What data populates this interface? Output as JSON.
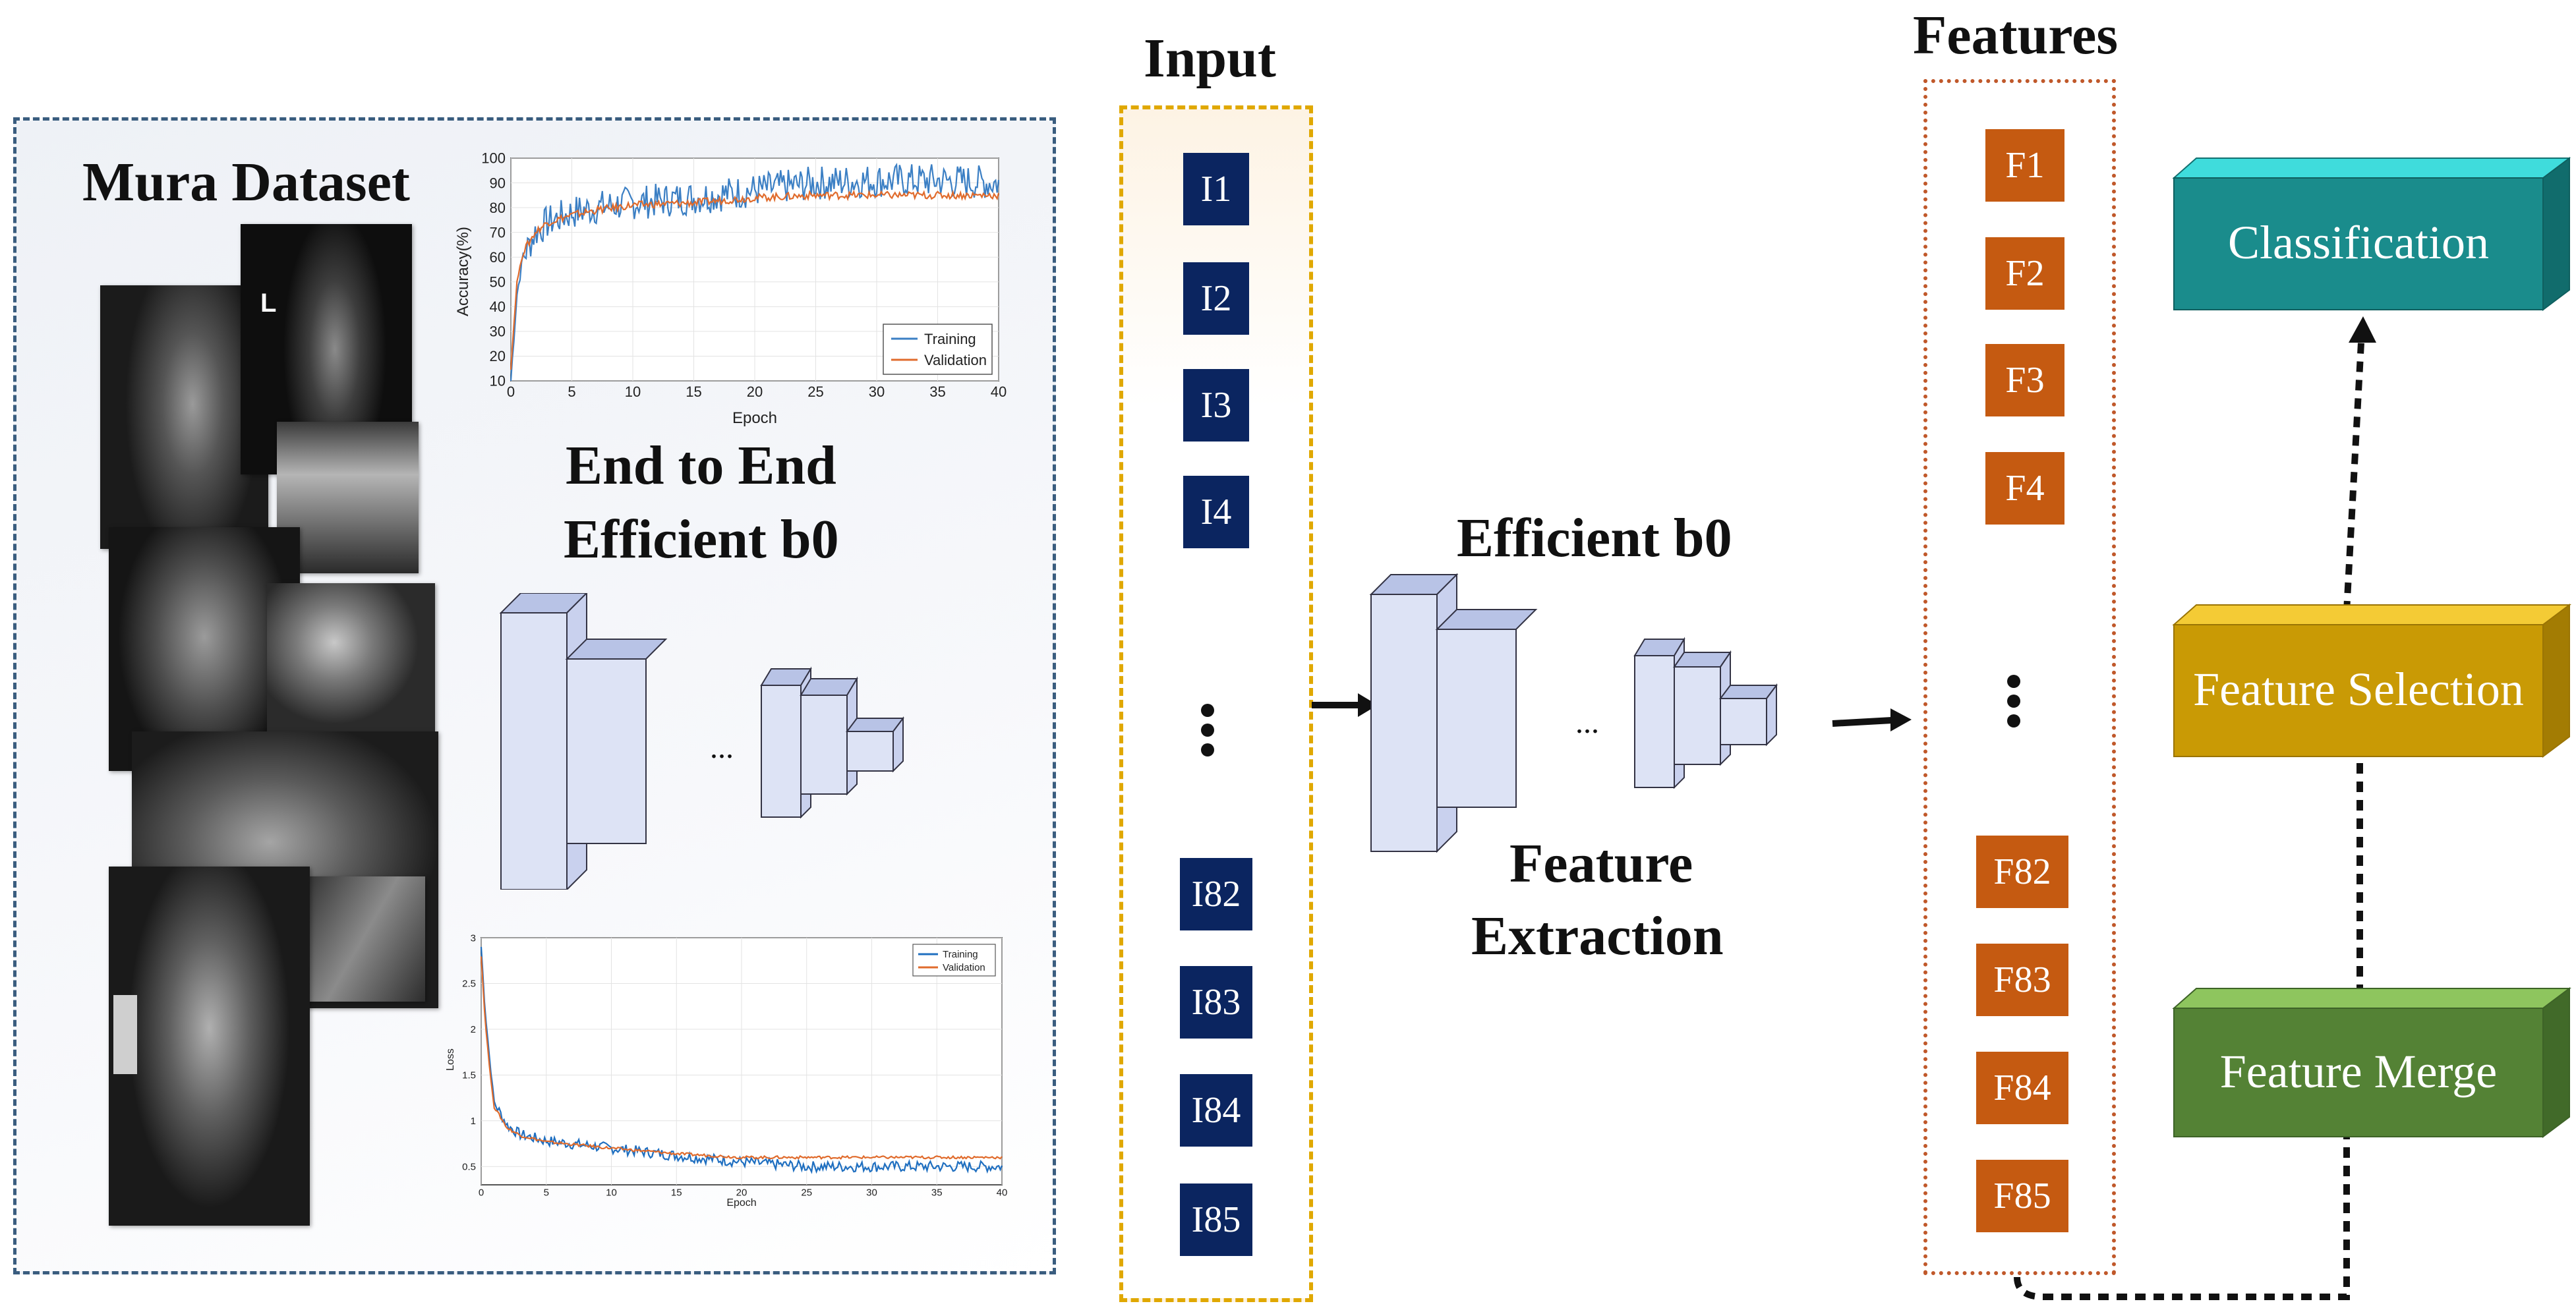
{
  "left_panel": {
    "dataset_title": "Mura Dataset",
    "model_title_line1": "End to End",
    "model_title_line2": "Efficient b0",
    "dots": "..."
  },
  "accuracy_chart": {
    "ylabel": "Accuracy(%)",
    "xlabel": "Epoch",
    "yticks": [
      "100",
      "90",
      "80",
      "70",
      "60",
      "50",
      "40",
      "30",
      "20",
      "10"
    ],
    "xticks": [
      "0",
      "5",
      "10",
      "15",
      "20",
      "25",
      "30",
      "35",
      "40"
    ],
    "legend": [
      "Training",
      "Validation"
    ]
  },
  "loss_chart": {
    "ylabel": "Loss",
    "xlabel": "Epoch",
    "yticks": [
      "3",
      "2.5",
      "2",
      "1.5",
      "1",
      "0.5"
    ],
    "xticks": [
      "0",
      "5",
      "10",
      "15",
      "20",
      "25",
      "30",
      "35",
      "40"
    ],
    "legend": [
      "Training",
      "Validation"
    ]
  },
  "chart_data": [
    {
      "type": "line",
      "ylabel": "Accuracy(%)",
      "xlabel": "Epoch",
      "xlim": [
        0,
        40
      ],
      "ylim": [
        10,
        100
      ],
      "grid": true,
      "legend_position": "bottom-right",
      "series": [
        {
          "name": "Training",
          "color": "#3b7fc4",
          "x": [
            0,
            0.5,
            1,
            2,
            3,
            5,
            7,
            10,
            15,
            20,
            25,
            30,
            35,
            40
          ],
          "y": [
            10,
            45,
            60,
            70,
            74,
            78,
            80,
            82,
            84,
            87,
            90,
            91,
            91,
            90
          ]
        },
        {
          "name": "Validation",
          "color": "#e06b2c",
          "x": [
            0,
            0.5,
            1,
            2,
            3,
            5,
            7,
            10,
            15,
            20,
            25,
            30,
            35,
            40
          ],
          "y": [
            15,
            50,
            62,
            70,
            74,
            77,
            79,
            81,
            82,
            84,
            85,
            85,
            85,
            85
          ]
        }
      ]
    },
    {
      "type": "line",
      "ylabel": "Loss",
      "xlabel": "Epoch",
      "xlim": [
        0,
        40
      ],
      "ylim": [
        0.3,
        3
      ],
      "grid": true,
      "legend_position": "top-right",
      "series": [
        {
          "name": "Training",
          "color": "#1f6fc0",
          "x": [
            0,
            0.3,
            0.7,
            1,
            2,
            3,
            5,
            10,
            15,
            20,
            25,
            30,
            35,
            40
          ],
          "y": [
            2.9,
            2.2,
            1.6,
            1.2,
            0.95,
            0.85,
            0.78,
            0.7,
            0.62,
            0.55,
            0.5,
            0.5,
            0.5,
            0.5
          ]
        },
        {
          "name": "Validation",
          "color": "#e06b2c",
          "x": [
            0,
            0.3,
            0.7,
            1,
            2,
            3,
            5,
            10,
            15,
            20,
            25,
            30,
            35,
            40
          ],
          "y": [
            2.8,
            2.1,
            1.5,
            1.15,
            0.92,
            0.84,
            0.77,
            0.7,
            0.64,
            0.6,
            0.6,
            0.6,
            0.6,
            0.6
          ]
        }
      ]
    }
  ],
  "input_column": {
    "title": "Input",
    "items": [
      "I1",
      "I2",
      "I3",
      "I4",
      "I82",
      "I83",
      "I84",
      "I85"
    ]
  },
  "extractor": {
    "title": "Efficient b0",
    "caption_line1": "Feature",
    "caption_line2": "Extraction",
    "dots": "..."
  },
  "features_column": {
    "title": "Features",
    "items": [
      "F1",
      "F2",
      "F3",
      "F4",
      "F82",
      "F83",
      "F84",
      "F85"
    ]
  },
  "pipeline": {
    "classification": "Classification",
    "feature_selection": "Feature Selection",
    "feature_merge": "Feature Merge",
    "colors": {
      "classification": "#1a8c8c",
      "feature_selection": "#c99a05",
      "feature_merge": "#548235"
    }
  }
}
